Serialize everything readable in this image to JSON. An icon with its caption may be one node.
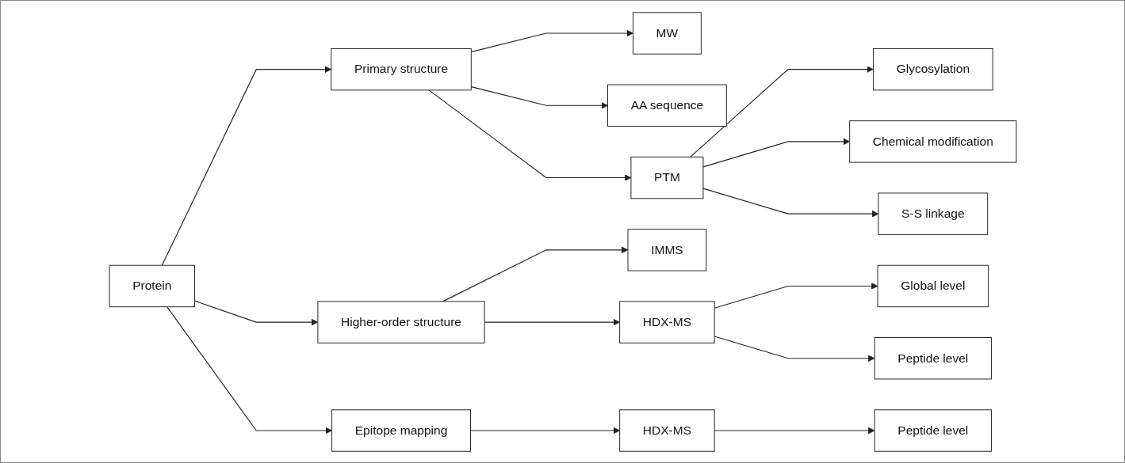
{
  "diagram": {
    "nodes": [
      {
        "text": [
          "Protein"
        ]
      },
      {
        "text": [
          "Primary structure"
        ]
      },
      {
        "text": [
          "Higher-order structure"
        ]
      },
      {
        "text": [
          "Epitope mapping"
        ]
      },
      {
        "text": [
          "MW"
        ]
      },
      {
        "text": [
          "AA sequence"
        ]
      },
      {
        "text": [
          "PTM"
        ]
      },
      {
        "text": [
          "Glycosylation"
        ]
      },
      {
        "text": [
          "Chemical modification"
        ]
      },
      {
        "text": [
          "S-S linkage"
        ]
      },
      {
        "text": [
          "IMMS"
        ]
      },
      {
        "text": [
          "HDX-MS"
        ]
      },
      {
        "text": [
          "Global level"
        ]
      },
      {
        "text": [
          "Peptide level"
        ]
      },
      {
        "text": [
          "HDX-MS"
        ]
      },
      {
        "text": [
          "Peptide level"
        ]
      }
    ],
    "edges": [
      {
        "from": 0,
        "to": 1,
        "arrow": "to"
      },
      {
        "from": 0,
        "to": 2,
        "arrow": "to"
      },
      {
        "from": 0,
        "to": 3,
        "arrow": "to"
      },
      {
        "from": 1,
        "to": 4,
        "arrow": "to"
      },
      {
        "from": 1,
        "to": 5,
        "arrow": "to"
      },
      {
        "from": 1,
        "to": 6,
        "arrow": "to"
      },
      {
        "from": 6,
        "to": 7,
        "arrow": "to"
      },
      {
        "from": 6,
        "to": 8,
        "arrow": "to"
      },
      {
        "from": 6,
        "to": 9,
        "arrow": "to"
      },
      {
        "from": 2,
        "to": 10,
        "arrow": "to"
      },
      {
        "from": 2,
        "to": 11,
        "arrow": "to"
      },
      {
        "from": 11,
        "to": 12,
        "arrow": "to"
      },
      {
        "from": 11,
        "to": 13,
        "arrow": "to"
      },
      {
        "from": 3,
        "to": 14,
        "arrow": "to"
      },
      {
        "from": 14,
        "to": 15,
        "arrow": "to"
      }
    ]
  }
}
